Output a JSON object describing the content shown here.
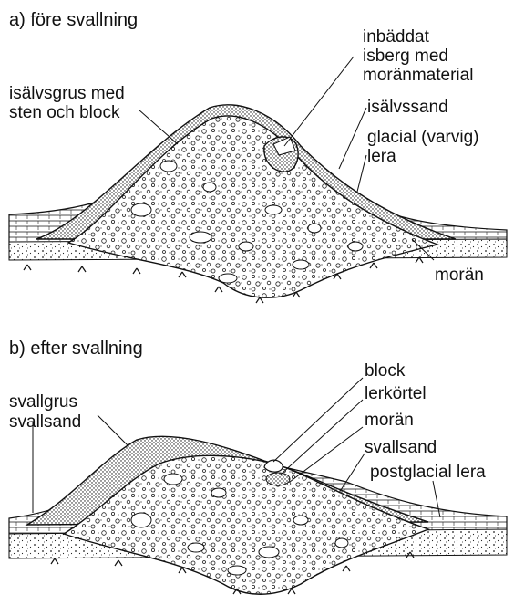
{
  "panel_a": {
    "title": "a) före svallning",
    "labels": {
      "embedded_line1": "inbäddat",
      "embedded_line2": "isberg med",
      "embedded_line3": "moränmaterial",
      "gravel_line1": "isälvsgrus med",
      "gravel_line2": "sten och block",
      "sand": "isälvssand",
      "clay_line1": "glacial (varvig)",
      "clay_line2": "lera",
      "till": "morän"
    }
  },
  "panel_b": {
    "title": "b) efter svallning",
    "labels": {
      "gravel_line1": "svallgrus",
      "gravel_line2": "svallsand",
      "block": "block",
      "lump": "lerkörtel",
      "till": "morän",
      "sand": "svallsand",
      "clay": "postglacial lera"
    }
  },
  "colors": {
    "ink": "#111111",
    "background": "#ffffff"
  }
}
